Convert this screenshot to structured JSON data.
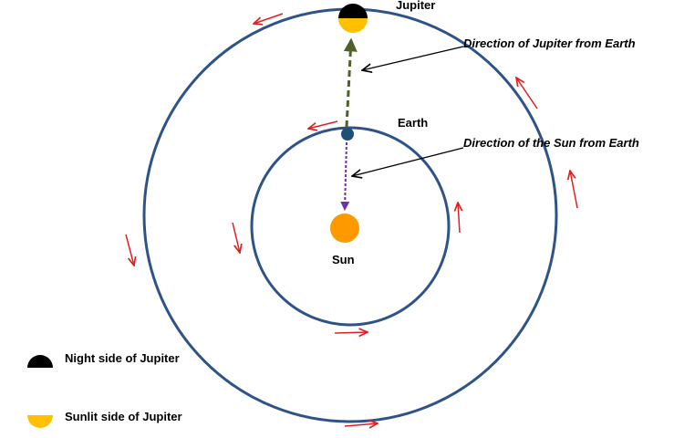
{
  "labels": {
    "jupiter": "Jupiter",
    "earth": "Earth",
    "sun": "Sun"
  },
  "annotations": {
    "jupiter_direction": "Direction of Jupiter from Earth",
    "sun_direction": "Direction of  the Sun from Earth"
  },
  "legend": {
    "night": "Night side of Jupiter",
    "sunlit": "Sunlit side of Jupiter"
  },
  "colors": {
    "orbit": "#2e5487",
    "sun": "#ff9900",
    "sunlit": "#ffc000",
    "night": "#000000",
    "earth": "#1f4e79",
    "jupiter_line": "#4f6228",
    "sun_line": "#7030a0",
    "motion_arrow": "#e02020"
  }
}
